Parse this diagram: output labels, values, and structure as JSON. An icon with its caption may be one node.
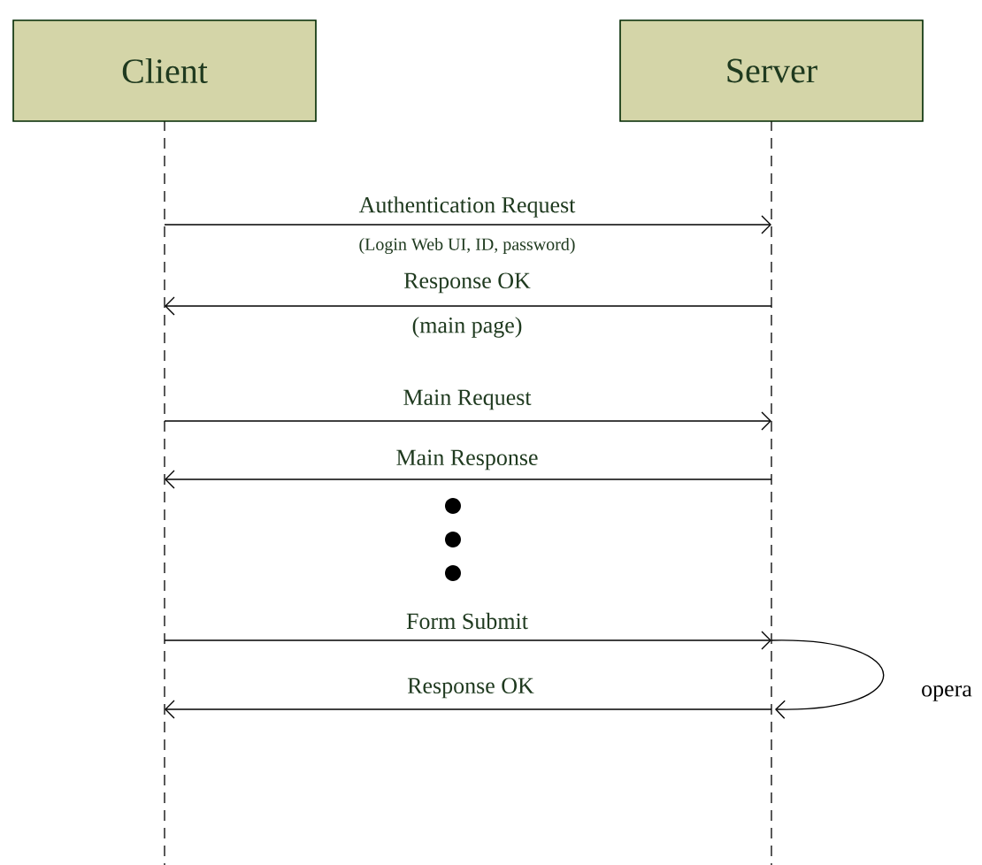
{
  "diagram": {
    "nodes": [
      {
        "text": [
          "Client"
        ]
      },
      {
        "text": [
          "Server"
        ]
      }
    ],
    "edges": [
      {
        "from": 0,
        "to": 1,
        "arrow": "to",
        "label": "Authentication Request"
      },
      {
        "from": 1,
        "to": 0,
        "arrow": "to",
        "label": "Response OK"
      },
      {
        "from": 0,
        "to": 1,
        "arrow": "to",
        "label": "Main Request"
      },
      {
        "from": 1,
        "to": 0,
        "arrow": "to",
        "label": "Main Response"
      },
      {
        "from": 0,
        "to": 1,
        "arrow": "to",
        "label": "Form Submit"
      },
      {
        "from": 1,
        "to": 0,
        "arrow": "to",
        "label": "Response  OK"
      },
      {
        "from": 1,
        "to": 1,
        "arrow": "to",
        "label": "opera"
      }
    ],
    "labels": [
      "(Login Web UI, ID, password)",
      "(main page)"
    ]
  }
}
